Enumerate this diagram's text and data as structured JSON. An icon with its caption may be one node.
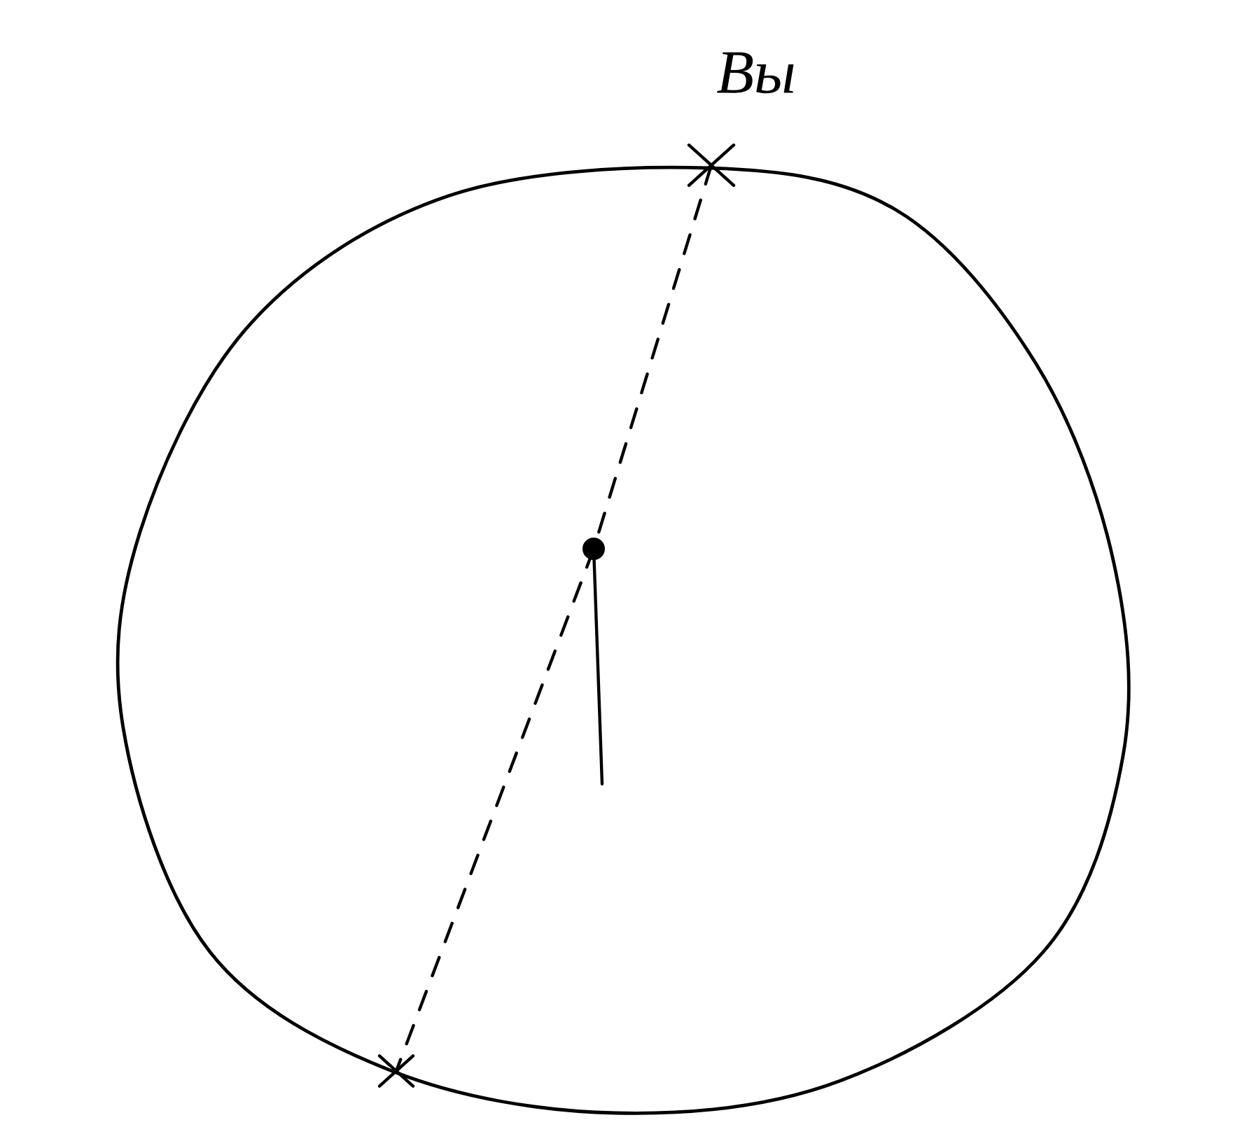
{
  "diagram": {
    "nodes": [
      {
        "text": [],
        "shape": "circle"
      },
      {
        "text": [
          "Вы"
        ]
      },
      {
        "text": [],
        "shape": "circle",
        "in": 0
      },
      {
        "text": [],
        "shape": "cross",
        "in": 0
      }
    ],
    "edges": [
      {
        "from": 1,
        "to": 2,
        "arrow": "none",
        "style": "dashed"
      },
      {
        "from": 2,
        "to": 3,
        "arrow": "none",
        "style": "dashed"
      },
      {
        "from": 2,
        "to": null,
        "arrow": "none"
      }
    ]
  }
}
